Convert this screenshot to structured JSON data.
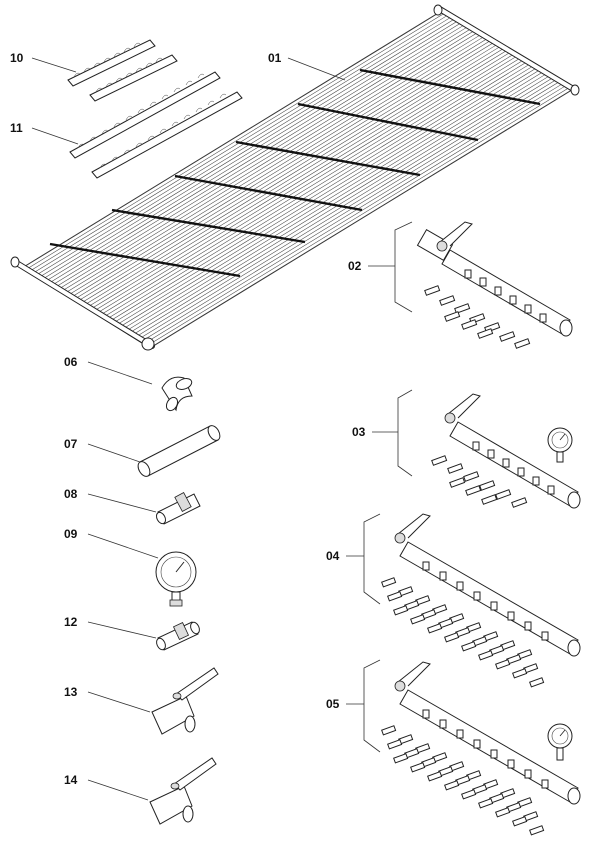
{
  "labels": {
    "l01": "01",
    "l02": "02",
    "l03": "03",
    "l04": "04",
    "l05": "05",
    "l06": "06",
    "l07": "07",
    "l08": "08",
    "l09": "09",
    "l10": "10",
    "l11": "11",
    "l12": "12",
    "l13": "13",
    "l14": "14"
  }
}
